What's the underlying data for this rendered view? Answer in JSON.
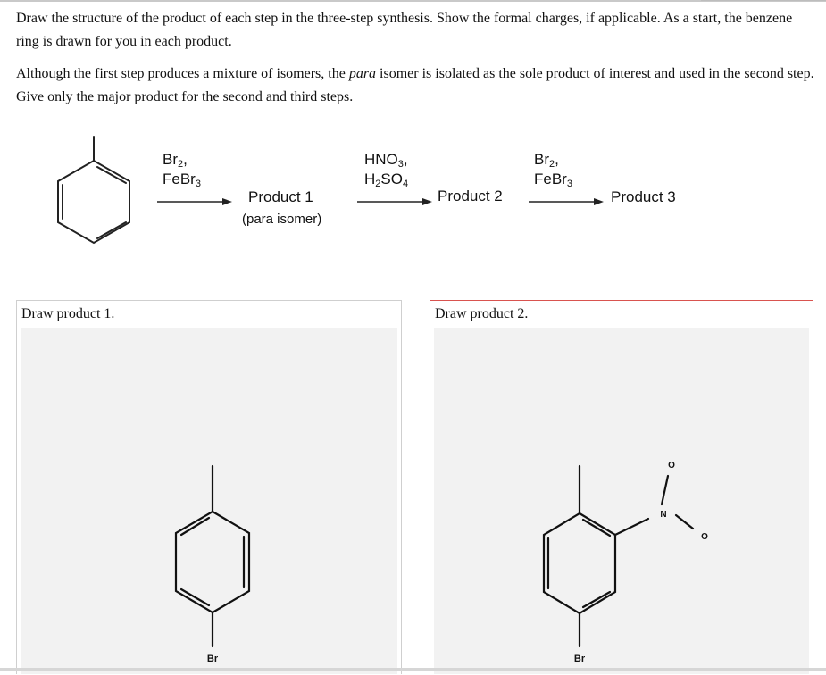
{
  "question": {
    "paragraph1": "Draw the structure of the product of each step in the three-step synthesis. Show the formal charges, if applicable. As a start, the benzene ring is drawn for you in each product.",
    "p2_part1": "Although the first step produces a mixture of isomers, the ",
    "p2_emph": "para",
    "p2_part2": " isomer is isolated as the sole product of interest and used in the second step. Give only the major product for the second and third steps."
  },
  "scheme": {
    "step1": {
      "line1_main": "Br",
      "line1_sub": "2",
      "line1_tail": ",",
      "line2_main": "FeBr",
      "line2_sub": "3"
    },
    "step2": {
      "line1_main": "HNO",
      "line1_sub": "3",
      "line1_tail": ",",
      "line2_pre": "H",
      "line2_sub1": "2",
      "line2_mid": "SO",
      "line2_sub2": "4"
    },
    "step3": {
      "line1_main": "Br",
      "line1_sub": "2",
      "line1_tail": ",",
      "line2_main": "FeBr",
      "line2_sub": "3"
    },
    "product1": "Product 1",
    "product1_note": "(para isomer)",
    "product2": "Product 2",
    "product3": "Product 3"
  },
  "panels": [
    {
      "title": "Draw product 1.",
      "atoms": {
        "bottom": "Br"
      }
    },
    {
      "title": "Draw product 2.",
      "atoms": {
        "bottom": "Br",
        "nitrogen": "N",
        "oxygen_top": "O",
        "oxygen_right": "O"
      }
    }
  ],
  "colors": {
    "active_border": "#d9534f",
    "canvas_bg": "#f2f2f2"
  }
}
